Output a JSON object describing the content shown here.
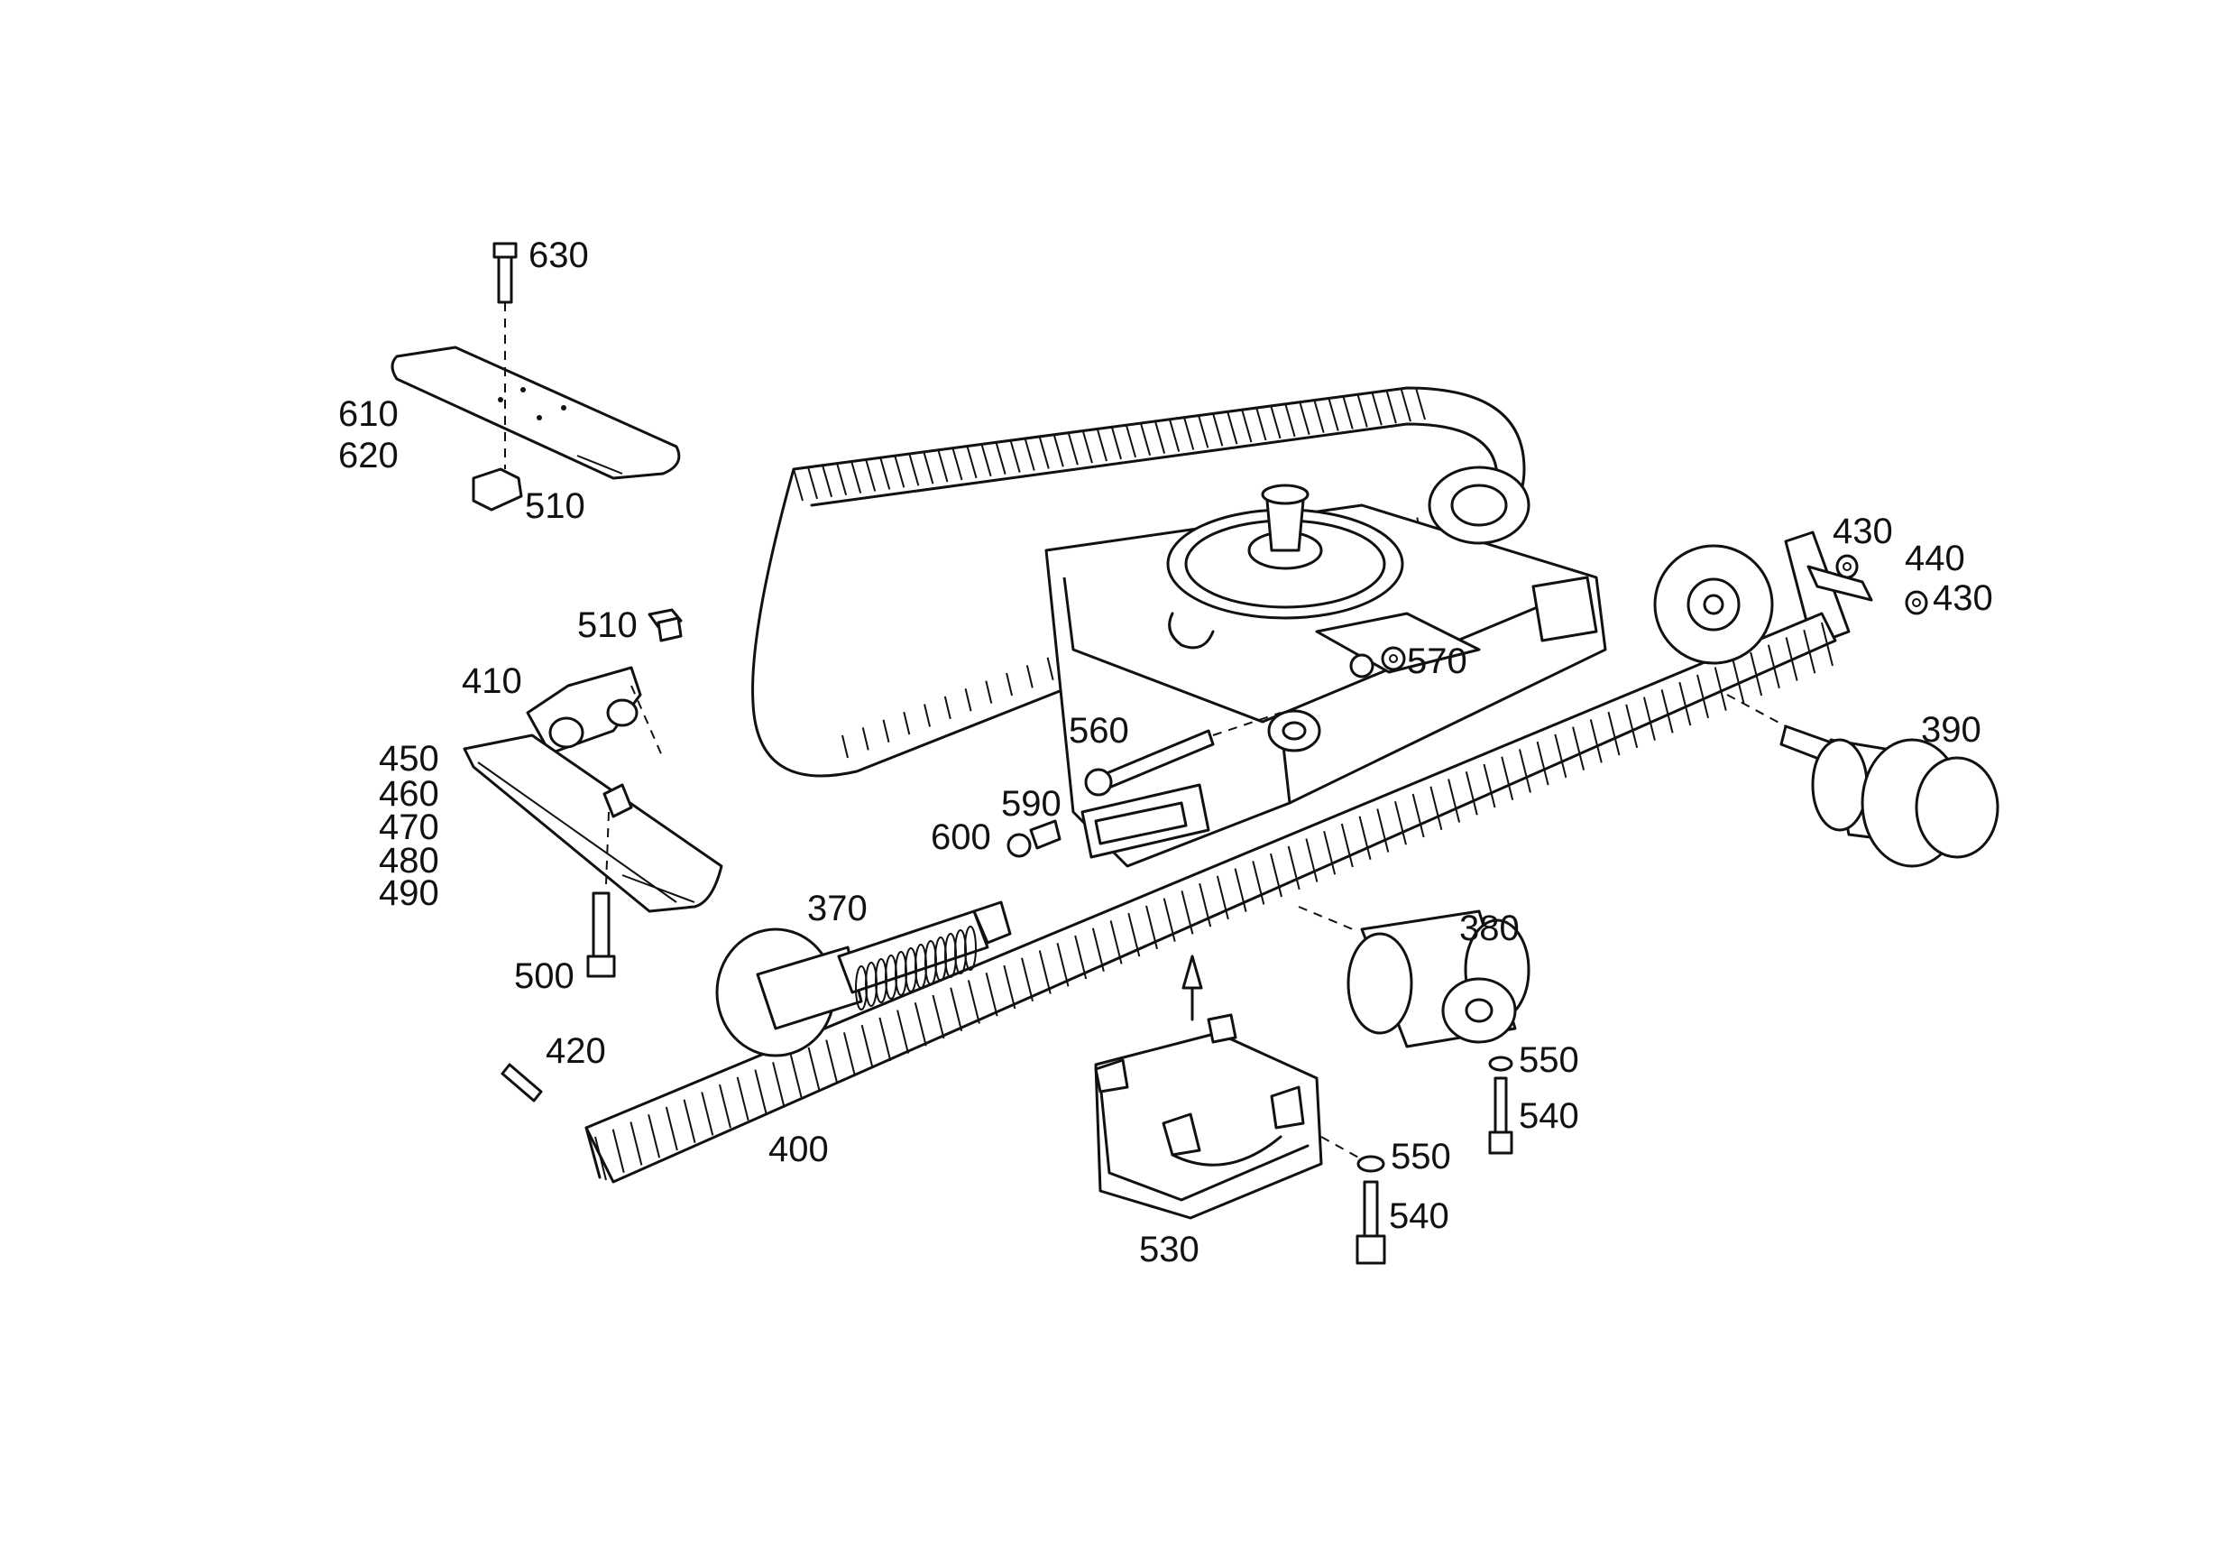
{
  "callouts": {
    "c630": "630",
    "c610": "610",
    "c620": "620",
    "c510a": "510",
    "c510b": "510",
    "c410": "410",
    "c450": "450",
    "c460": "460",
    "c470": "470",
    "c480": "480",
    "c490": "490",
    "c500": "500",
    "c420": "420",
    "c400": "400",
    "c370": "370",
    "c590": "590",
    "c600": "600",
    "c560": "560",
    "c570": "570",
    "c430a": "430",
    "c440": "440",
    "c430b": "430",
    "c390": "390",
    "c380": "380",
    "c550a": "550",
    "c540a": "540",
    "c550b": "550",
    "c540b": "540",
    "c530": "530"
  }
}
